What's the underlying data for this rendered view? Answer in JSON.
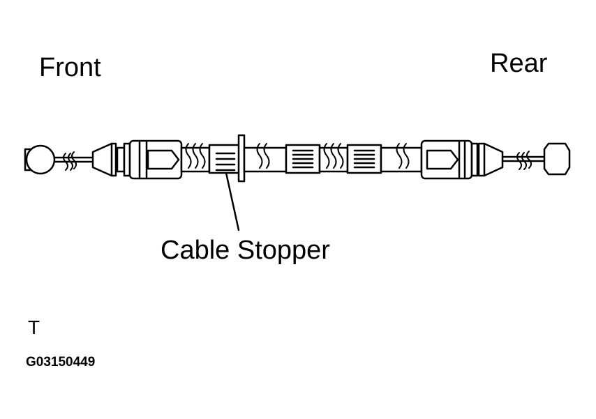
{
  "labels": {
    "front": "Front",
    "rear": "Rear",
    "cable_stopper": "Cable Stopper",
    "mark": "T",
    "figure_code": "G03150449"
  },
  "colors": {
    "line": "#000000",
    "fill": "#ffffff"
  }
}
